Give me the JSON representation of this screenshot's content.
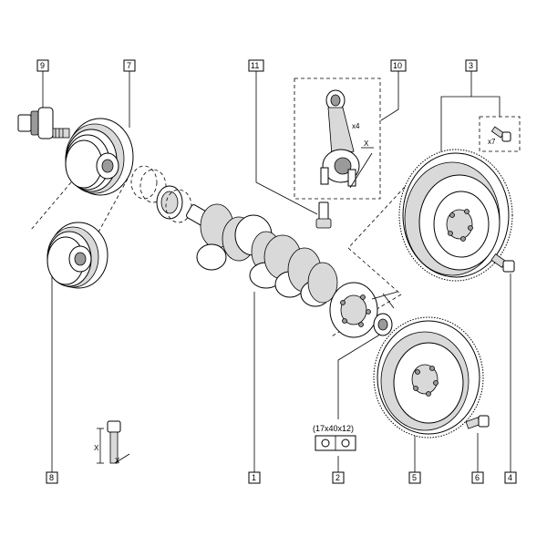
{
  "callouts": {
    "c1": "1",
    "c2": "2",
    "c3": "3",
    "c4": "4",
    "c5": "5",
    "c6": "6",
    "c7": "7",
    "c8": "8",
    "c9": "9",
    "c10": "10",
    "c11": "11"
  },
  "annotations": {
    "rod_qty": "x4",
    "rod_dim": "X",
    "bolt_qty": "x7",
    "seal_spec": "(17x40x12)",
    "bolt_x1": "X",
    "bolt_x2": "X"
  }
}
